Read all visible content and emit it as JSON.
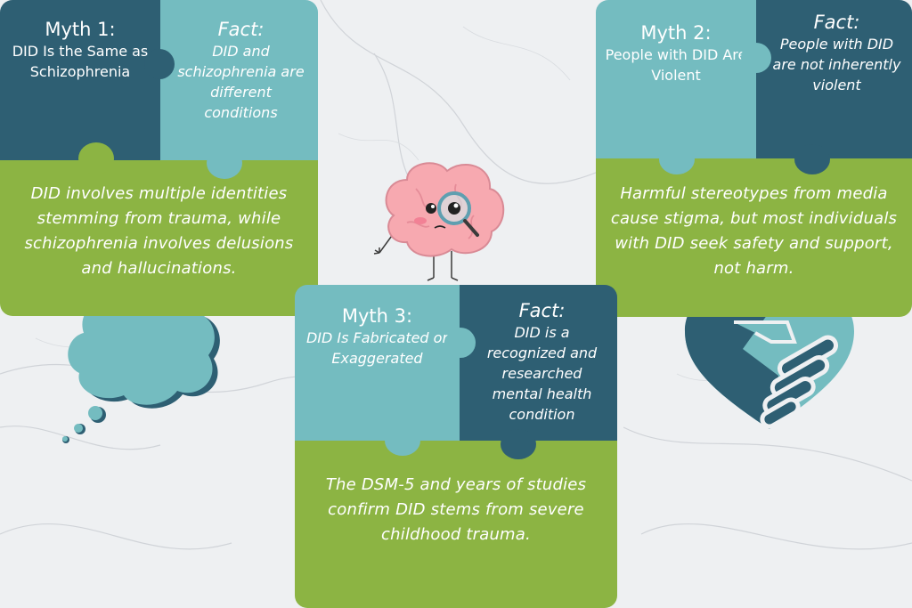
{
  "colors": {
    "navy": "#2e5f73",
    "teal": "#74bcc0",
    "green": "#8cb443",
    "background": "#eef0f2"
  },
  "card1": {
    "myth_title": "Myth 1:",
    "myth_text": "DID Is the Same as Schizophrenia",
    "fact_title": "Fact:",
    "fact_text": "DID and schizophrenia are different conditions",
    "explanation": "DID involves multiple identities stemming from trauma, while schizophrenia involves delusions and hallucinations."
  },
  "card2": {
    "myth_title": "Myth 2:",
    "myth_text": "People with DID Are Violent",
    "fact_title": "Fact:",
    "fact_text": "People with DID are not inherently violent",
    "explanation": "Harmful stereotypes from media cause stigma, but most individuals with DID seek safety and support, not harm."
  },
  "card3": {
    "myth_title": "Myth 3:",
    "myth_text": "DID Is Fabricated or Exaggerated",
    "fact_title": "Fact:",
    "fact_text": "DID is a recognized and researched mental health condition",
    "explanation": "The DSM-5 and years of studies confirm DID stems from severe childhood trauma."
  },
  "icons": [
    "brain-mascot-icon",
    "magnifying-glass-icon",
    "thought-bubble-icon",
    "handshake-heart-icon"
  ]
}
